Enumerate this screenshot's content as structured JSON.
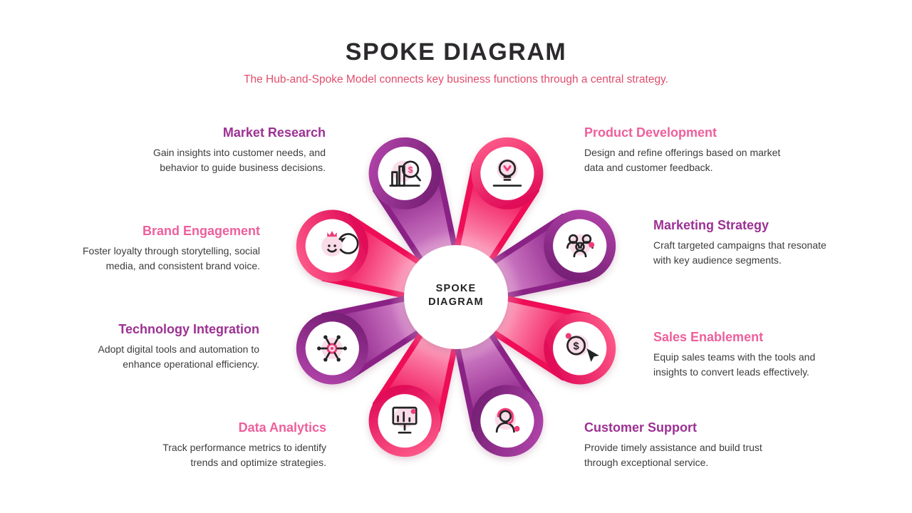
{
  "header": {
    "title": "SPOKE DIAGRAM",
    "subtitle": "The Hub-and-Spoke Model connects key business functions through a central strategy."
  },
  "hub": {
    "line1": "SPOKE",
    "line2": "DIAGRAM"
  },
  "colors": {
    "purple": "#91278d",
    "pink": "#f0115a",
    "heading_purple": "#9c3193",
    "heading_pink": "#ee5f9c",
    "title_text": "#2d2a2e",
    "subtitle_text": "#df4f6e",
    "body_text": "#3c3c3c",
    "hub_text": "#222222"
  },
  "spokes": [
    {
      "title": "Market Research",
      "description": "Gain insights into customer needs, and behavior to guide business decisions.",
      "theme": "purple",
      "icon": "market-research-icon"
    },
    {
      "title": "Product Development",
      "description": "Design and refine offerings based on market data and customer feedback.",
      "theme": "pink",
      "icon": "product-development-icon"
    },
    {
      "title": "Brand Engagement",
      "description": "Foster loyalty through storytelling, social media, and consistent brand voice.",
      "theme": "pink",
      "icon": "brand-engagement-icon"
    },
    {
      "title": "Marketing Strategy",
      "description": "Craft targeted campaigns that resonate with key audience segments.",
      "theme": "purple",
      "icon": "marketing-strategy-icon"
    },
    {
      "title": "Technology Integration",
      "description": "Adopt digital tools and automation to enhance operational efficiency.",
      "theme": "purple",
      "icon": "technology-integration-icon"
    },
    {
      "title": "Sales Enablement",
      "description": "Equip sales teams with the tools and insights to convert leads effectively.",
      "theme": "pink",
      "icon": "sales-enablement-icon"
    },
    {
      "title": "Data Analytics",
      "description": "Track performance metrics to identify trends and optimize strategies.",
      "theme": "pink",
      "icon": "data-analytics-icon"
    },
    {
      "title": "Customer Support",
      "description": "Provide timely assistance and build trust through exceptional service.",
      "theme": "purple",
      "icon": "customer-support-icon"
    }
  ]
}
